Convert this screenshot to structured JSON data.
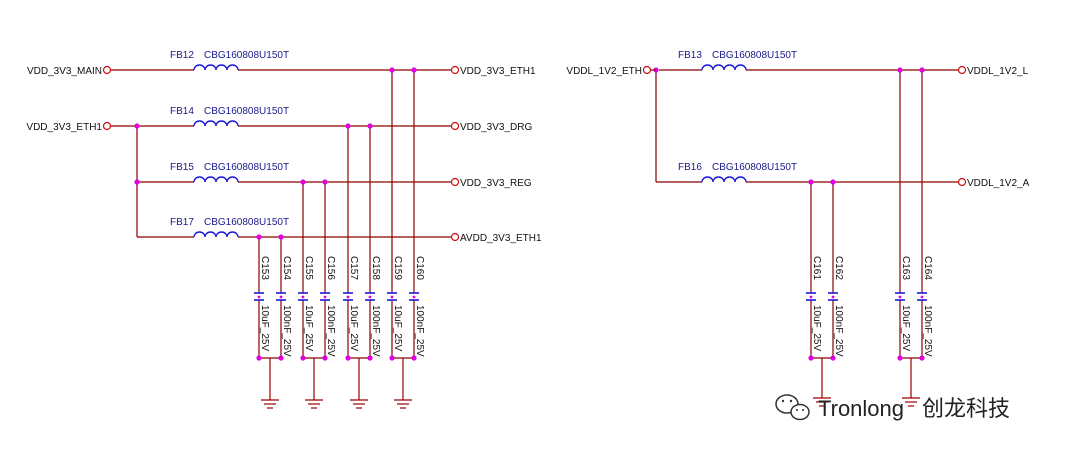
{
  "nets": {
    "vdd_3v3_main": "VDD_3V3_MAIN",
    "vdd_3v3_eth1_in": "VDD_3V3_ETH1",
    "vdd_3v3_eth1_out": "VDD_3V3_ETH1",
    "vdd_3v3_drg": "VDD_3V3_DRG",
    "vdd_3v3_reg": "VDD_3V3_REG",
    "avdd_3v3_eth1": "AVDD_3V3_ETH1",
    "vddl_1v2_eth": "VDDL_1V2_ETH",
    "vddl_1v2_l": "VDDL_1V2_L",
    "vddl_1v2_a": "VDDL_1V2_A"
  },
  "ferrite_beads": [
    {
      "ref": "FB12",
      "part": "CBG160808U150T"
    },
    {
      "ref": "FB14",
      "part": "CBG160808U150T"
    },
    {
      "ref": "FB15",
      "part": "CBG160808U150T"
    },
    {
      "ref": "FB17",
      "part": "CBG160808U150T"
    },
    {
      "ref": "FB13",
      "part": "CBG160808U150T"
    },
    {
      "ref": "FB16",
      "part": "CBG160808U150T"
    }
  ],
  "capacitors": [
    {
      "ref": "C153",
      "value": "10uF_25V"
    },
    {
      "ref": "C154",
      "value": "100nF_25V"
    },
    {
      "ref": "C155",
      "value": "10uF_25V"
    },
    {
      "ref": "C156",
      "value": "100nF_25V"
    },
    {
      "ref": "C157",
      "value": "10uF_25V"
    },
    {
      "ref": "C158",
      "value": "100nF_25V"
    },
    {
      "ref": "C159",
      "value": "10uF_25V"
    },
    {
      "ref": "C160",
      "value": "100nF_25V"
    },
    {
      "ref": "C161",
      "value": "10uF_25V"
    },
    {
      "ref": "C162",
      "value": "100nF_25V"
    },
    {
      "ref": "C163",
      "value": "10uF_25V"
    },
    {
      "ref": "C164",
      "value": "100nF_25V"
    }
  ],
  "watermark": {
    "brand": "Tronlong",
    "brand_cn": "创龙科技",
    "icon": "wechat-icon"
  },
  "colors": {
    "wire": "#8b0000",
    "component": "#1a1ad6",
    "junction": "#e000e0",
    "port": "#d01010"
  }
}
